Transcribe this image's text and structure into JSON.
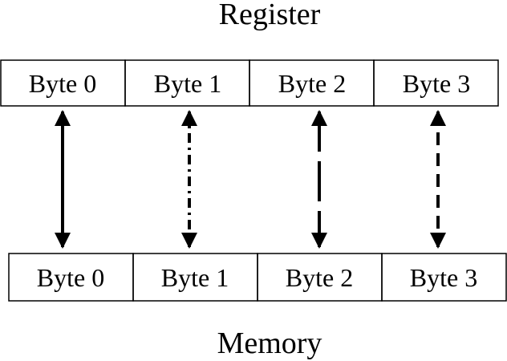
{
  "register": {
    "title": "Register",
    "cells": [
      "Byte 0",
      "Byte 1",
      "Byte 2",
      "Byte 3"
    ]
  },
  "memory": {
    "title": "Memory",
    "cells": [
      "Byte 0",
      "Byte 1",
      "Byte 2",
      "Byte 3"
    ]
  },
  "connectors": [
    {
      "from": "register-byte-0",
      "to": "memory-byte-0",
      "line_style": "solid"
    },
    {
      "from": "register-byte-1",
      "to": "memory-byte-1",
      "line_style": "dotted"
    },
    {
      "from": "register-byte-2",
      "to": "memory-byte-2",
      "line_style": "long-dash"
    },
    {
      "from": "register-byte-3",
      "to": "memory-byte-3",
      "line_style": "dashed"
    }
  ],
  "colors": {
    "stroke": "#000000",
    "background": "#ffffff"
  }
}
